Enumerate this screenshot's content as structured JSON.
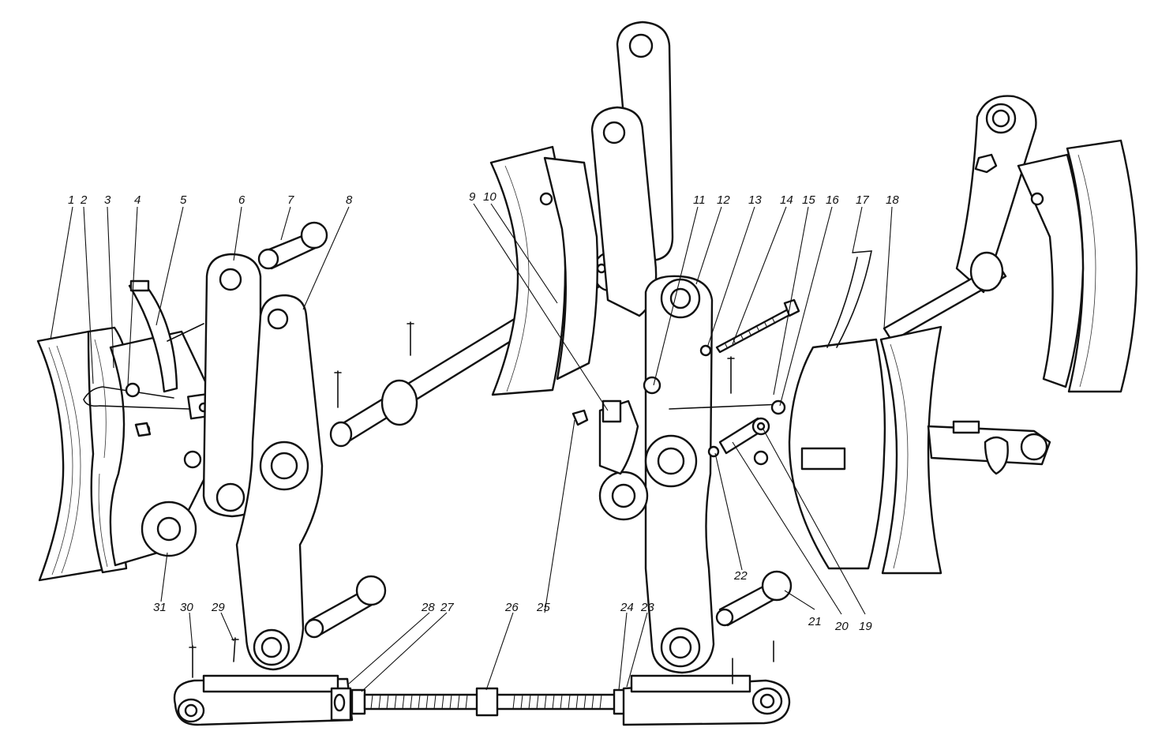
{
  "diagram": {
    "labels": [
      {
        "id": "1",
        "text": "1"
      },
      {
        "id": "2",
        "text": "2"
      },
      {
        "id": "3",
        "text": "3"
      },
      {
        "id": "4",
        "text": "4"
      },
      {
        "id": "5",
        "text": "5"
      },
      {
        "id": "6",
        "text": "6"
      },
      {
        "id": "7",
        "text": "7"
      },
      {
        "id": "8",
        "text": "8"
      },
      {
        "id": "9",
        "text": "9"
      },
      {
        "id": "10",
        "text": "10"
      },
      {
        "id": "11",
        "text": "11"
      },
      {
        "id": "12",
        "text": "12"
      },
      {
        "id": "13",
        "text": "13"
      },
      {
        "id": "14",
        "text": "14"
      },
      {
        "id": "15",
        "text": "15"
      },
      {
        "id": "16",
        "text": "16"
      },
      {
        "id": "17",
        "text": "17"
      },
      {
        "id": "18",
        "text": "18"
      },
      {
        "id": "19",
        "text": "19"
      },
      {
        "id": "20",
        "text": "20"
      },
      {
        "id": "21",
        "text": "21"
      },
      {
        "id": "22",
        "text": "22"
      },
      {
        "id": "23",
        "text": "23"
      },
      {
        "id": "24",
        "text": "24"
      },
      {
        "id": "25",
        "text": "25"
      },
      {
        "id": "26",
        "text": "26"
      },
      {
        "id": "27",
        "text": "27"
      },
      {
        "id": "28",
        "text": "28"
      },
      {
        "id": "29",
        "text": "29"
      },
      {
        "id": "30",
        "text": "30"
      },
      {
        "id": "31",
        "text": "31"
      }
    ]
  }
}
